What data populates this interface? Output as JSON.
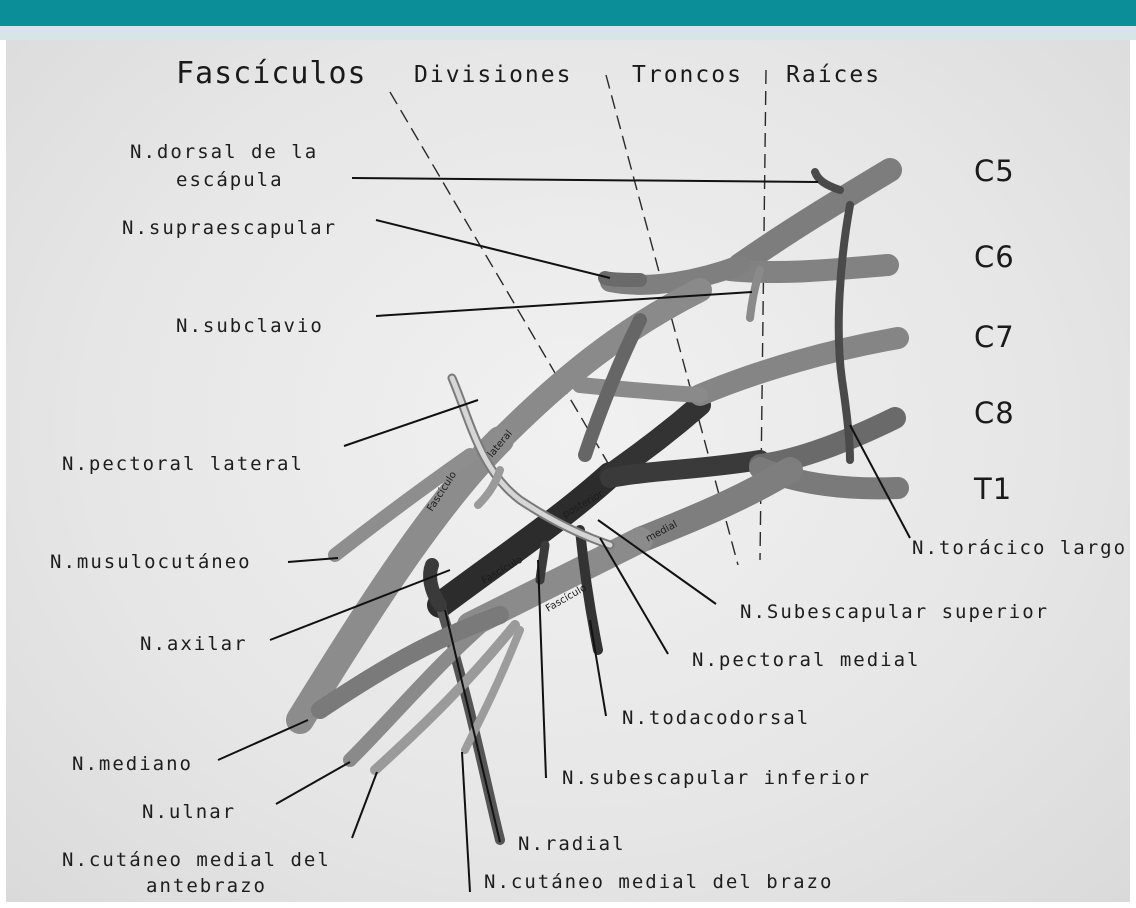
{
  "headers": {
    "fasciculos": "Fascículos",
    "divisiones": "Divisiones",
    "troncos": "Troncos",
    "raices": "Raíces"
  },
  "roots": [
    "C5",
    "C6",
    "C7",
    "C8",
    "T1"
  ],
  "fascicle_labels": {
    "lateral_1": "Fascículo",
    "lateral_2": "lateral",
    "posterior_1": "Fascículo",
    "posterior_2": "posterior",
    "medial_1": "Fascículo",
    "medial_2": "medial"
  },
  "labels": {
    "dorsal_escapula_1": "N.dorsal de la",
    "dorsal_escapula_2": "escápula",
    "supraescapular": "N.supraescapular",
    "subclavio": "N.subclavio",
    "pectoral_lateral": "N.pectoral lateral",
    "musculocutaneo": "N.musulocutáneo",
    "axilar": "N.axilar",
    "mediano": "N.mediano",
    "ulnar": "N.ulnar",
    "cutaneo_antebrazo_1": "N.cutáneo medial del",
    "cutaneo_antebrazo_2": "antebrazo",
    "toracico_largo": "N.torácico largo",
    "subescapular_superior": "N.Subescapular superior",
    "pectoral_medial": "N.pectoral medial",
    "toracodorsal": "N.todacodorsal",
    "subescapular_inferior": "N.subescapular inferior",
    "radial": "N.radial",
    "cutaneo_brazo": "N.cutáneo medial del brazo"
  }
}
